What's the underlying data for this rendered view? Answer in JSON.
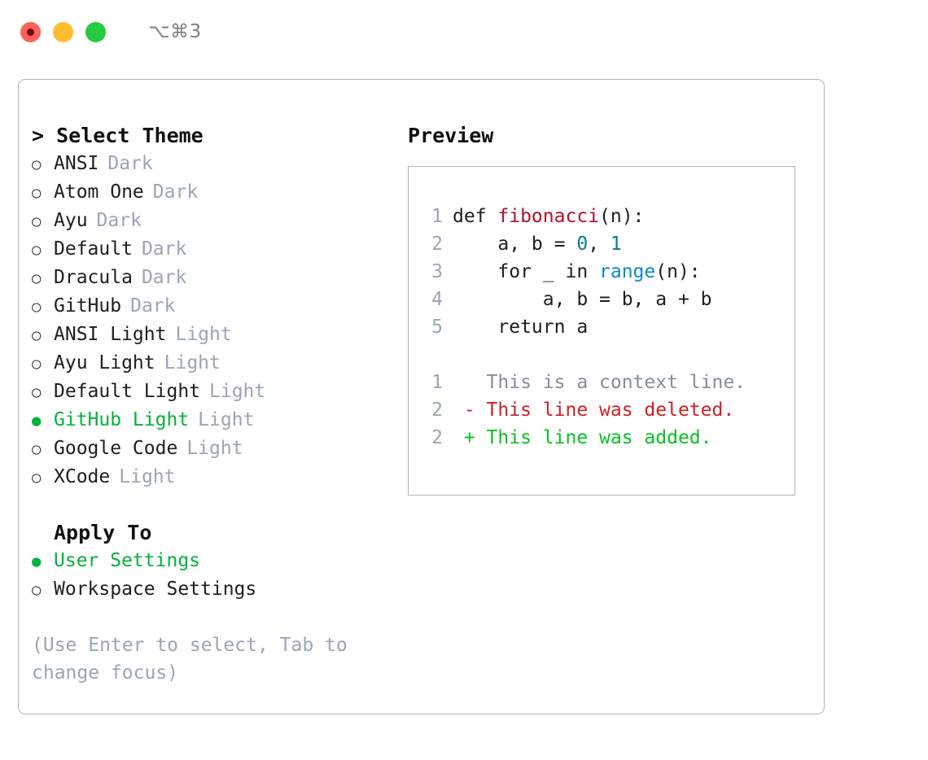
{
  "titlebar": {
    "shortcut": "⌥⌘3",
    "traffic_lights": [
      "close-red",
      "minimize-yellow",
      "maximize-green"
    ]
  },
  "theme_picker": {
    "heading": "> Select Theme",
    "marker_off": "○",
    "marker_on": "●",
    "items": [
      {
        "label": "ANSI",
        "tag": "Dark",
        "selected": false
      },
      {
        "label": "Atom One",
        "tag": "Dark",
        "selected": false
      },
      {
        "label": "Ayu",
        "tag": "Dark",
        "selected": false
      },
      {
        "label": "Default",
        "tag": "Dark",
        "selected": false
      },
      {
        "label": "Dracula",
        "tag": "Dark",
        "selected": false
      },
      {
        "label": "GitHub",
        "tag": "Dark",
        "selected": false
      },
      {
        "label": "ANSI Light",
        "tag": "Light",
        "selected": false
      },
      {
        "label": "Ayu Light",
        "tag": "Light",
        "selected": false
      },
      {
        "label": "Default Light",
        "tag": "Light",
        "selected": false
      },
      {
        "label": "GitHub Light",
        "tag": "Light",
        "selected": true
      },
      {
        "label": "Google Code",
        "tag": "Light",
        "selected": false
      },
      {
        "label": "XCode",
        "tag": "Light",
        "selected": false
      }
    ]
  },
  "apply_to": {
    "heading": "Apply To",
    "options": [
      {
        "label": "User Settings",
        "selected": true
      },
      {
        "label": "Workspace Settings",
        "selected": false
      }
    ]
  },
  "hint": "(Use Enter to select, Tab to change focus)",
  "preview": {
    "title": "Preview",
    "code_lines": [
      {
        "num": "1",
        "segments": [
          {
            "text": "def ",
            "style": "plain"
          },
          {
            "text": "fibonacci",
            "style": "fn"
          },
          {
            "text": "(n):",
            "style": "plain"
          }
        ]
      },
      {
        "num": "2",
        "segments": [
          {
            "text": "    a, b = ",
            "style": "plain"
          },
          {
            "text": "0",
            "style": "num"
          },
          {
            "text": ", ",
            "style": "plain"
          },
          {
            "text": "1",
            "style": "num"
          }
        ]
      },
      {
        "num": "3",
        "segments": [
          {
            "text": "    for _ in ",
            "style": "plain"
          },
          {
            "text": "range",
            "style": "call"
          },
          {
            "text": "(n):",
            "style": "plain"
          }
        ]
      },
      {
        "num": "4",
        "segments": [
          {
            "text": "        a, b = b, a + b",
            "style": "plain"
          }
        ]
      },
      {
        "num": "5",
        "segments": [
          {
            "text": "    return a",
            "style": "plain"
          }
        ]
      }
    ],
    "diff_lines": [
      {
        "num": "1",
        "marker": " ",
        "text": "This is a context line.",
        "kind": "context"
      },
      {
        "num": "2",
        "marker": "-",
        "text": "This line was deleted.",
        "kind": "deleted"
      },
      {
        "num": "2",
        "marker": "+",
        "text": "This line was added.",
        "kind": "added"
      }
    ]
  },
  "colors": {
    "accent_green": "#03b23c",
    "muted_gray": "#9aa5b5",
    "border": "#a9b4c2",
    "diff_deleted": "#cf1f22",
    "diff_added": "#07c123",
    "token_function": "#b3112a",
    "token_number": "#067d86",
    "token_call": "#0a86c8"
  }
}
